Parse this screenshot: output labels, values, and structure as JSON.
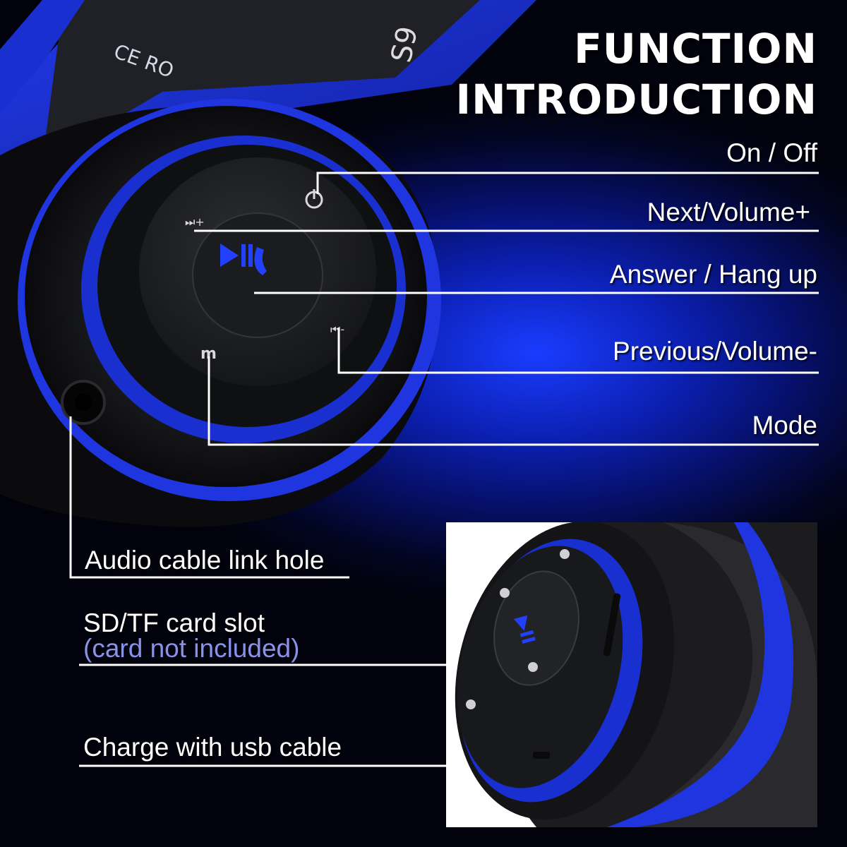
{
  "header": {
    "line1": "FUNCTION",
    "line2": "INTRODUCTION"
  },
  "callouts": {
    "on_off": "On / Off",
    "next_volume": "Next/Volume+",
    "answer_hang": "Answer / Hang up",
    "previous_volume": "Previous/Volume-",
    "mode": "Mode",
    "audio_cable": "Audio cable link hole",
    "sd_card": "SD/TF card slot",
    "sd_card_note": "(card not included)",
    "charge": "Charge with usb cable"
  },
  "product": {
    "model_mark": "S9",
    "cert_mark": "CE RO"
  },
  "colors": {
    "accent_blue": "#1f35e0",
    "dark_body": "#141416",
    "label_text": "#ffffff",
    "note_text": "#8a92e8"
  },
  "icons": [
    "power-icon",
    "next-icon",
    "play-pause-phone-icon",
    "previous-icon",
    "mode-icon"
  ]
}
